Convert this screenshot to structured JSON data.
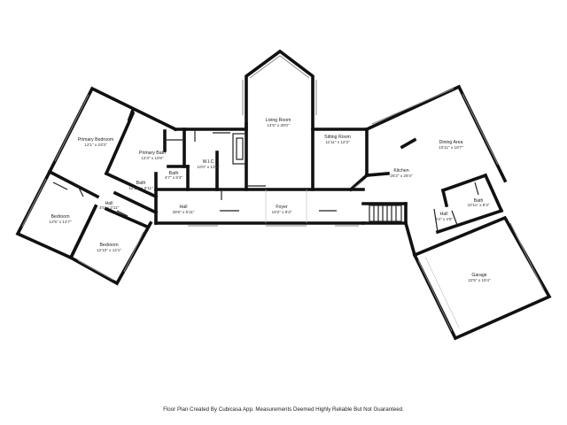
{
  "rooms": [
    {
      "key": "living",
      "name": "Living Room",
      "dims": "14'5\" x 30'0\""
    },
    {
      "key": "primary_bed",
      "name": "Primary Bedroom",
      "dims": "12'1\" x 23'3\""
    },
    {
      "key": "primary_bath",
      "name": "Primary Bath",
      "dims": "12'3\" x 10'6\""
    },
    {
      "key": "wic",
      "name": "W.I.C",
      "dims": "10'0\" x 13'3\""
    },
    {
      "key": "bath1",
      "name": "Bath",
      "dims": "4'7\" x 5'3\""
    },
    {
      "key": "bath2",
      "name": "Bath",
      "dims": "12'10\" x 5'11\""
    },
    {
      "key": "hall1",
      "name": "Hall",
      "dims": "4'5\" x 2'11\""
    },
    {
      "key": "bed1",
      "name": "Bedroom",
      "dims": "12'5\" x 14'7\""
    },
    {
      "key": "bed2",
      "name": "Bedroom",
      "dims": "12'10\" x 14'1\""
    },
    {
      "key": "hall2",
      "name": "Hall",
      "dims": "28'6\" x 5'11\""
    },
    {
      "key": "foyer",
      "name": "Foyer",
      "dims": "19'2\" x 6'3\""
    },
    {
      "key": "sitting",
      "name": "Sitting Room",
      "dims": "11'11\" x 12'3\""
    },
    {
      "key": "dining",
      "name": "Dining Area",
      "dims": "10'11\" x 19'7\""
    },
    {
      "key": "kitchen",
      "name": "Kitchen",
      "dims": "25'2\" x 28'4\""
    },
    {
      "key": "bath3",
      "name": "Bath",
      "dims": "10'11\" x 8'3\""
    },
    {
      "key": "hall3",
      "name": "Hall",
      "dims": "8'4\" x 4'5\""
    },
    {
      "key": "garage",
      "name": "Garage",
      "dims": "22'5\" x 19'4\""
    }
  ],
  "footer": "Floor Plan Created By Cubicasa App. Measurements Deemed Highly Reliable But Not Guaranteed."
}
